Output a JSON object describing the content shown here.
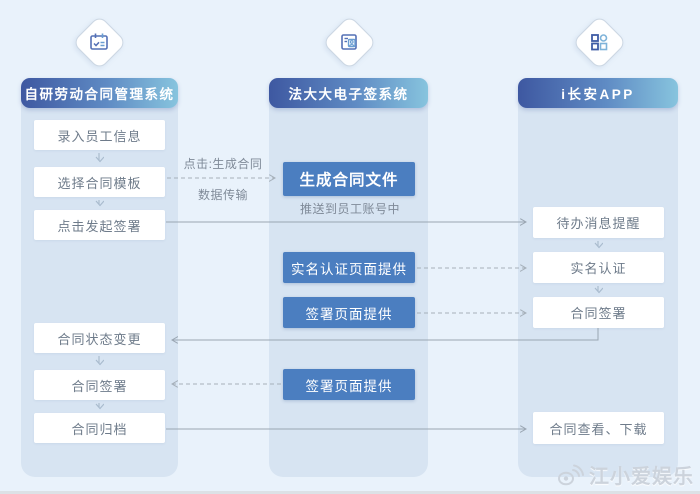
{
  "colors": {
    "page_bg": "#e9f2fb",
    "column_bg": "#d7e4f2",
    "header_gradient_start": "#3e58a1",
    "header_gradient_end": "#87c4de",
    "primary_box_bg": "#4b7ec0",
    "box_text": "#6e7b8a",
    "line_color": "#9aa6b2"
  },
  "columns": [
    {
      "title": "自研劳动合同管理系统",
      "icon": "calendar-check-icon",
      "boxes": [
        "录入员工信息",
        "选择合同模板",
        "点击发起签署",
        "合同状态变更",
        "合同签署",
        "合同归档"
      ]
    },
    {
      "title": "法大大电子签系统",
      "icon": "id-card-icon",
      "boxes": [
        "生成合同文件",
        "实名认证页面提供",
        "签署页面提供",
        "签署页面提供"
      ]
    },
    {
      "title": "i长安APP",
      "icon": "app-grid-icon",
      "boxes": [
        "待办消息提醒",
        "实名认证",
        "合同签署",
        "合同查看、下载"
      ]
    }
  ],
  "edge_labels": {
    "click_generate": "点击:生成合同",
    "data_transfer": "数据传输",
    "push_to_account": "推送到员工账号中"
  },
  "connections": [
    {
      "from": "选择合同模板",
      "to": "生成合同文件",
      "style": "dashed",
      "labels": [
        "点击:生成合同",
        "数据传输"
      ]
    },
    {
      "from": "点击发起签署",
      "to": "待办消息提醒",
      "style": "solid",
      "labels": [
        "推送到员工账号中"
      ]
    },
    {
      "from": "实名认证页面提供",
      "to": "实名认证",
      "style": "dashed",
      "labels": []
    },
    {
      "from": "签署页面提供",
      "to": "合同签署 (i长安APP)",
      "style": "dashed",
      "labels": []
    },
    {
      "from": "合同签署 (i长安APP)",
      "to": "合同状态变更",
      "style": "solid",
      "labels": []
    },
    {
      "from": "签署页面提供",
      "to": "合同签署 (自研劳动合同管理系统)",
      "style": "dashed",
      "labels": []
    },
    {
      "from": "合同归档",
      "to": "合同查看、下载",
      "style": "solid",
      "labels": []
    }
  ],
  "watermark": {
    "text": "江小爱娱乐",
    "icon": "weibo-icon"
  }
}
